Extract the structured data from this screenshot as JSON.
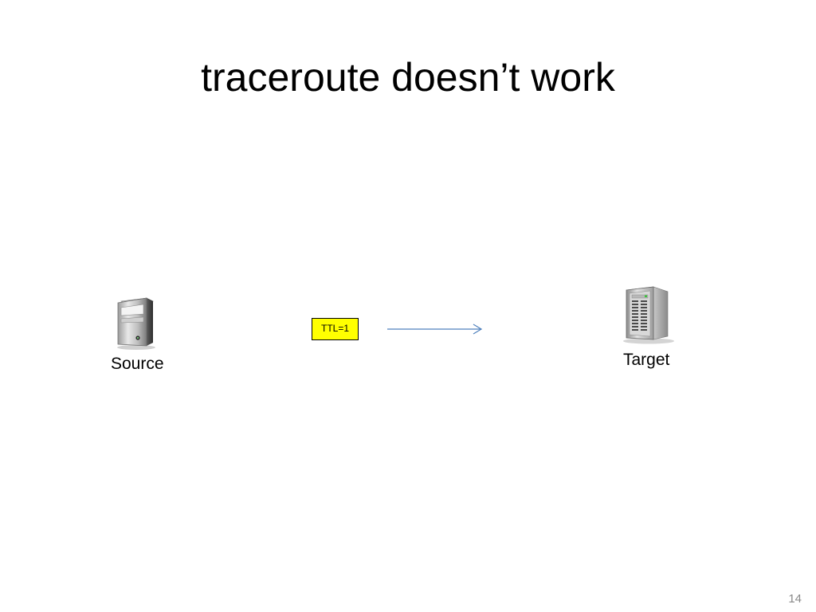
{
  "slide": {
    "title": "traceroute doesn’t work",
    "page_number": "14"
  },
  "diagram": {
    "source": {
      "label": "Source",
      "icon": "desktop-computer-icon"
    },
    "target": {
      "label": "Target",
      "icon": "server-tower-icon"
    },
    "packet": {
      "label": "TTL=1",
      "fill_color": "#ffff00"
    },
    "arrow": {
      "color": "#4f81bd",
      "direction": "right"
    }
  }
}
